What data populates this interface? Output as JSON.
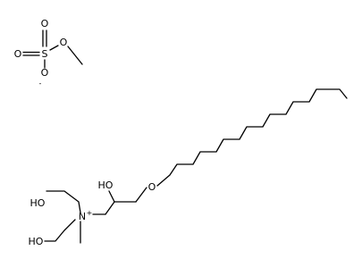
{
  "structure": {
    "sulfate_oxygen_top": "O",
    "sulfate_sulfur": "S",
    "sulfate_ester_oxygen": "O",
    "sulfate_oxygen_left": "O",
    "sulfate_oxygen_anion": "O",
    "anion_charge": "-",
    "ether_oxygen": "O",
    "hydroxyl_label": "HO",
    "hydroethyl_upper_label": "HO",
    "hydroethyl_lower_label": "HO",
    "nitrogen_label": "N",
    "cation_charge": "+"
  }
}
